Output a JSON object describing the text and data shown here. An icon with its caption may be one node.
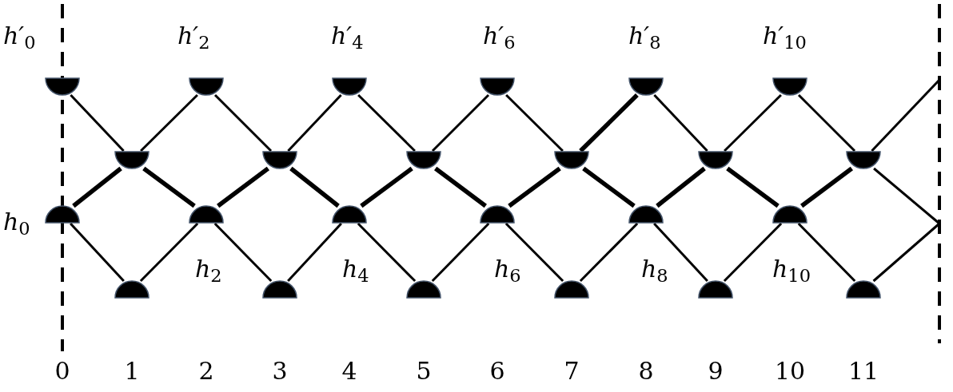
{
  "diagram": {
    "nodes": [
      {
        "text": [],
        "shape": "semicircle",
        "beside": [
          "*h′*$_{0}$"
        ]
      },
      {
        "text": [],
        "shape": "semicircle",
        "beside": [
          "*h′*$_{2}$"
        ]
      },
      {
        "text": [],
        "shape": "semicircle",
        "beside": [
          "*h′*$_{4}$"
        ]
      },
      {
        "text": [],
        "shape": "semicircle",
        "beside": [
          "*h′*$_{6}$"
        ]
      },
      {
        "text": [],
        "shape": "semicircle",
        "beside": [
          "*h′*$_{8}$"
        ]
      },
      {
        "text": [],
        "shape": "semicircle",
        "beside": [
          "*h′*$_{10}$"
        ]
      },
      {
        "text": [],
        "shape": "semicircle"
      },
      {
        "text": [],
        "shape": "semicircle"
      },
      {
        "text": [],
        "shape": "semicircle"
      },
      {
        "text": [],
        "shape": "semicircle"
      },
      {
        "text": [],
        "shape": "semicircle"
      },
      {
        "text": [],
        "shape": "semicircle"
      },
      {
        "text": [],
        "shape": "semicircle",
        "beside": [
          "*h*$_{0}$"
        ]
      },
      {
        "text": [],
        "shape": "semicircle",
        "beside": [
          "*h*$_{2}$"
        ]
      },
      {
        "text": [],
        "shape": "semicircle",
        "beside": [
          "*h*$_{4}$"
        ]
      },
      {
        "text": [],
        "shape": "semicircle",
        "beside": [
          "*h*$_{6}$"
        ]
      },
      {
        "text": [],
        "shape": "semicircle",
        "beside": [
          "*h*$_{8}$"
        ]
      },
      {
        "text": [],
        "shape": "semicircle",
        "beside": [
          "*h*$_{10}$"
        ]
      },
      {
        "text": [],
        "shape": "semicircle"
      },
      {
        "text": [],
        "shape": "semicircle"
      },
      {
        "text": [],
        "shape": "semicircle"
      },
      {
        "text": [],
        "shape": "semicircle"
      },
      {
        "text": [],
        "shape": "semicircle"
      },
      {
        "text": [],
        "shape": "semicircle"
      }
    ],
    "edges": [
      {
        "from": 0,
        "to": 6,
        "arrow": "none"
      },
      {
        "from": 1,
        "to": 6,
        "arrow": "none"
      },
      {
        "from": 1,
        "to": 7,
        "arrow": "none"
      },
      {
        "from": 2,
        "to": 7,
        "arrow": "none"
      },
      {
        "from": 2,
        "to": 8,
        "arrow": "none"
      },
      {
        "from": 3,
        "to": 8,
        "arrow": "none"
      },
      {
        "from": 3,
        "to": 9,
        "arrow": "none"
      },
      {
        "from": 4,
        "to": 9,
        "arrow": "none",
        "style": "thick"
      },
      {
        "from": 4,
        "to": 10,
        "arrow": "none"
      },
      {
        "from": 5,
        "to": 10,
        "arrow": "none"
      },
      {
        "from": 5,
        "to": 11,
        "arrow": "none"
      },
      {
        "from": 6,
        "to": 12,
        "arrow": "none",
        "style": "thick"
      },
      {
        "from": 6,
        "to": 13,
        "arrow": "none",
        "style": "thick"
      },
      {
        "from": 7,
        "to": 13,
        "arrow": "none",
        "style": "thick"
      },
      {
        "from": 7,
        "to": 14,
        "arrow": "none",
        "style": "thick"
      },
      {
        "from": 8,
        "to": 14,
        "arrow": "none",
        "style": "thick"
      },
      {
        "from": 8,
        "to": 15,
        "arrow": "none",
        "style": "thick"
      },
      {
        "from": 9,
        "to": 15,
        "arrow": "none",
        "style": "thick"
      },
      {
        "from": 9,
        "to": 16,
        "arrow": "none",
        "style": "thick"
      },
      {
        "from": 10,
        "to": 16,
        "arrow": "none",
        "style": "thick"
      },
      {
        "from": 10,
        "to": 17,
        "arrow": "none",
        "style": "thick"
      },
      {
        "from": 11,
        "to": 17,
        "arrow": "none",
        "style": "thick"
      },
      {
        "from": 12,
        "to": 18,
        "arrow": "none"
      },
      {
        "from": 13,
        "to": 18,
        "arrow": "none"
      },
      {
        "from": 13,
        "to": 19,
        "arrow": "none"
      },
      {
        "from": 14,
        "to": 19,
        "arrow": "none"
      },
      {
        "from": 14,
        "to": 20,
        "arrow": "none"
      },
      {
        "from": 15,
        "to": 20,
        "arrow": "none"
      },
      {
        "from": 15,
        "to": 21,
        "arrow": "none"
      },
      {
        "from": 16,
        "to": 21,
        "arrow": "none"
      },
      {
        "from": 16,
        "to": 22,
        "arrow": "none"
      },
      {
        "from": 17,
        "to": 22,
        "arrow": "none"
      },
      {
        "from": 17,
        "to": 23,
        "arrow": "none"
      },
      {
        "from": 11,
        "to": null,
        "arrow": "none"
      },
      {
        "from": 11,
        "to": null,
        "arrow": "none"
      },
      {
        "from": 23,
        "to": null,
        "arrow": "none"
      }
    ],
    "labels": [
      "0",
      "1",
      "2",
      "3",
      "4",
      "5",
      "6",
      "7",
      "8",
      "9",
      "10",
      "11"
    ]
  }
}
